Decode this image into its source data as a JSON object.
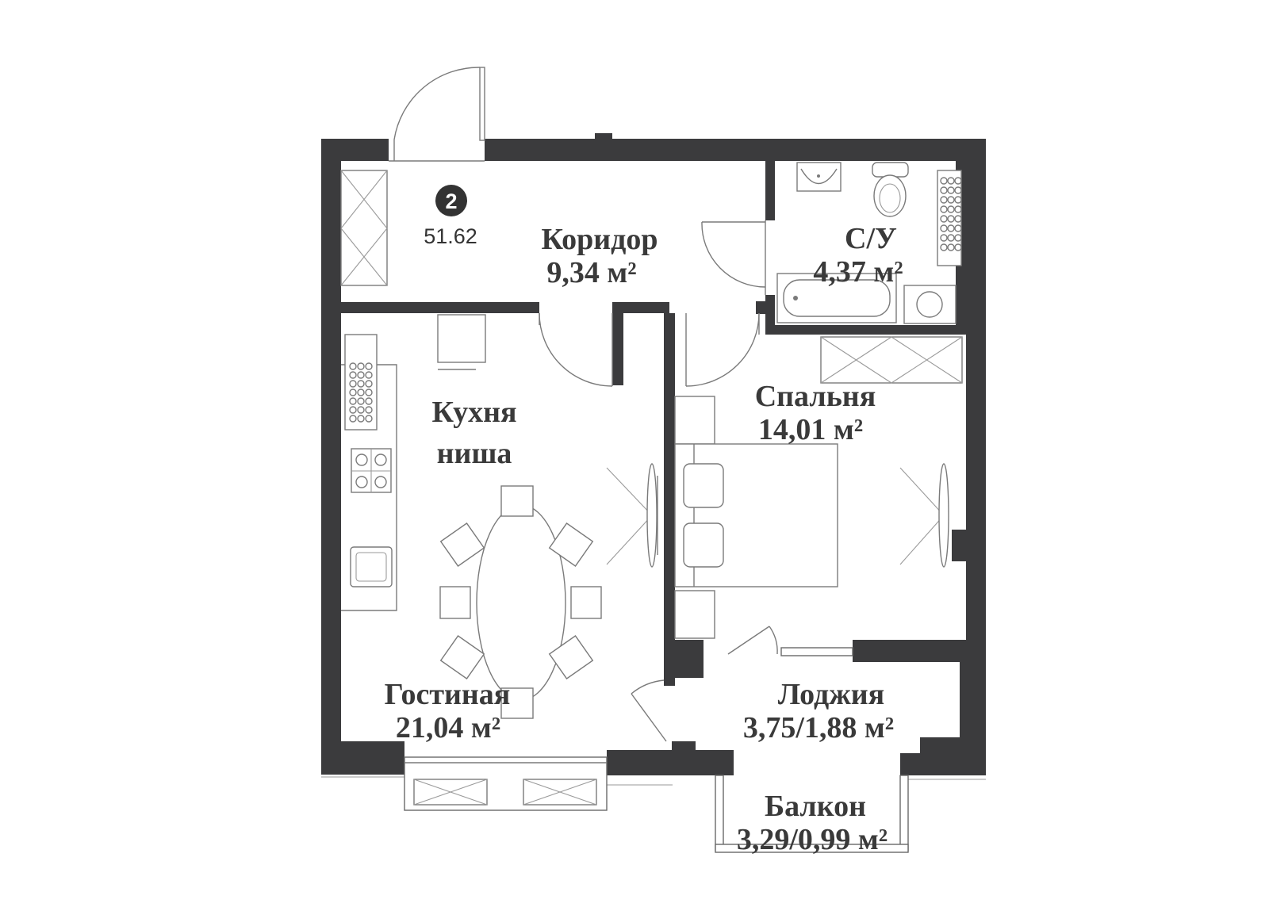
{
  "apartment": {
    "number": "2",
    "area": "51.62",
    "badge_color": "#333333"
  },
  "colors": {
    "wall": "#3b3b3d",
    "line": "#7a7a7a",
    "text": "#3a3a3a"
  },
  "rooms": {
    "corridor": {
      "name": "Коридор",
      "area": "9,34 м²"
    },
    "bathroom": {
      "name": "С/У",
      "area": "4,37 м²"
    },
    "bedroom": {
      "name": "Спальня",
      "area": "14,01 м²"
    },
    "kitchen": {
      "line1": "Кухня",
      "line2": "ниша"
    },
    "living": {
      "name": "Гостиная",
      "area": "21,04 м²"
    },
    "loggia": {
      "name": "Лоджия",
      "area": "3,75/1,88 м²"
    },
    "balcony": {
      "name": "Балкон",
      "area": "3,29/0,99 м²"
    }
  }
}
